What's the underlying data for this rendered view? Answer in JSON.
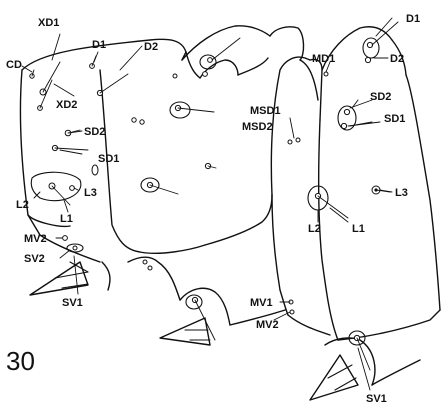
{
  "figure": {
    "number": "30",
    "labels": {
      "xd1": "XD1",
      "cd": "CD",
      "d1_left": "D1",
      "d2_left": "D2",
      "xd2": "XD2",
      "sd2_left": "SD2",
      "sd1_left": "SD1",
      "l3_left": "L3",
      "l2_left": "L2",
      "l1_left": "L1",
      "mv2_left": "MV2",
      "sv2": "SV2",
      "sv1_left": "SV1",
      "md1": "MD1",
      "msd1": "MSD1",
      "msd2": "MSD2",
      "d1_right": "D1",
      "d2_right": "D2",
      "sd2_right": "SD2",
      "sd1_right": "SD1",
      "l3_right": "L3",
      "l2_right": "L2",
      "l1_right": "L1",
      "mv1": "MV1",
      "mv2_right": "MV2",
      "sv1_right": "SV1"
    }
  }
}
